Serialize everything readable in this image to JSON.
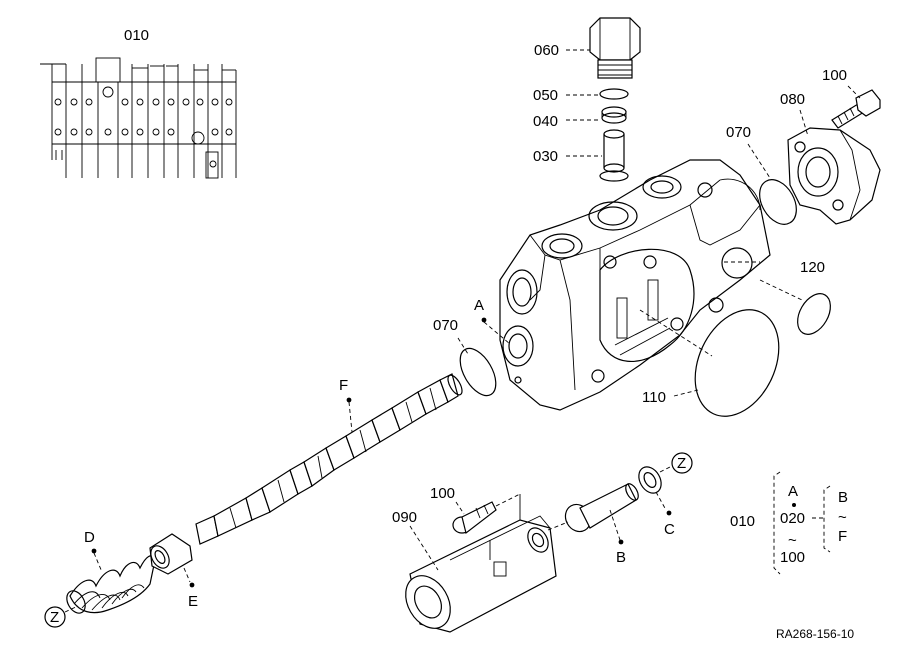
{
  "callouts": {
    "c010_top": "010",
    "c060": "060",
    "c050": "050",
    "c040": "040",
    "c030": "030",
    "c100_top": "100",
    "c080": "080",
    "c070_top": "070",
    "c120": "120",
    "cA": "A",
    "c070_left": "070",
    "c110": "110",
    "cF": "F",
    "c100_mid": "100",
    "c090": "090",
    "cB": "B",
    "cC": "C",
    "cD": "D",
    "cE": "E",
    "cZ_right": "Z",
    "cZ_left": "Z"
  },
  "legend": {
    "part": "010",
    "range_start": "A",
    "range_middle": "020",
    "range_end": "100",
    "tilde": "~",
    "letters_start": "B",
    "letters_tilde": "~",
    "letters_end": "F"
  },
  "reference_code": "RA268-156-10"
}
